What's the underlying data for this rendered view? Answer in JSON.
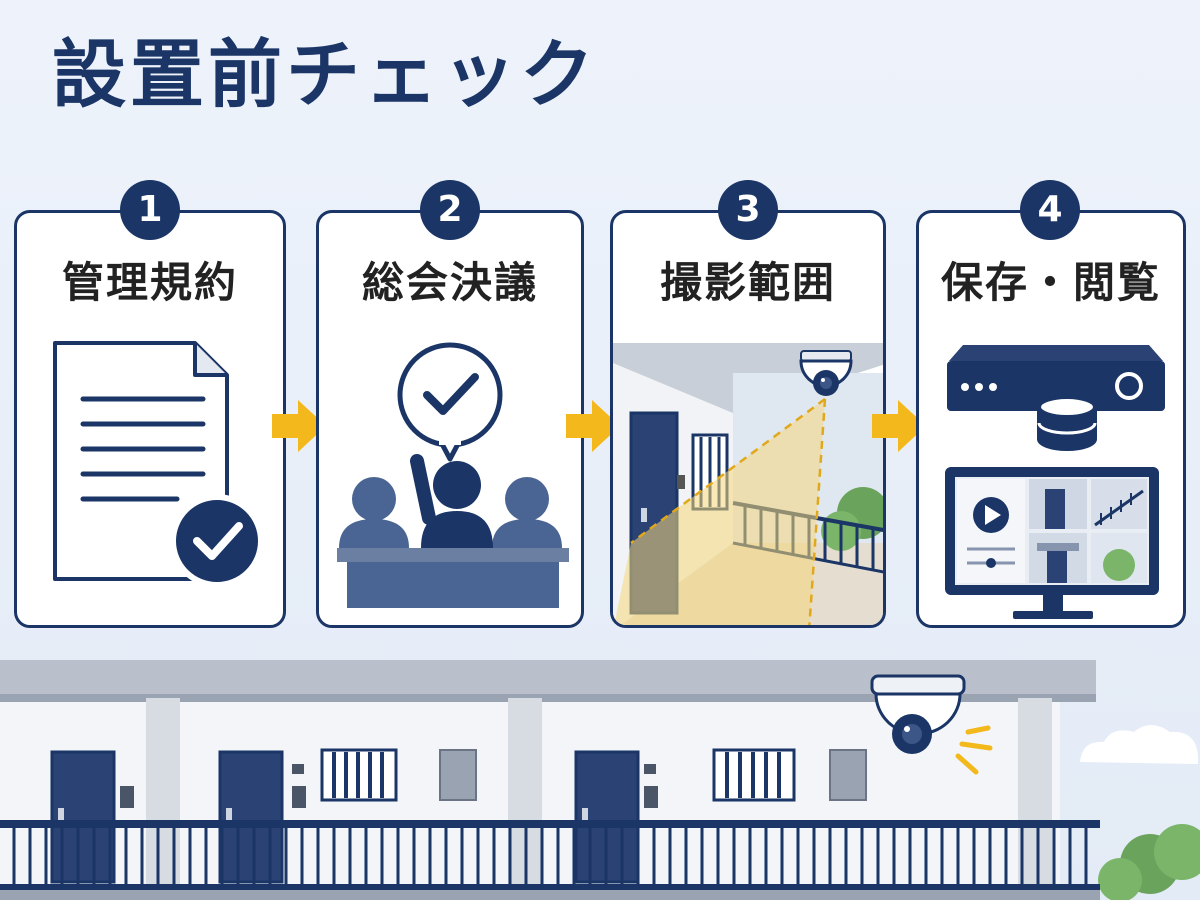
{
  "title": "設置前チェック",
  "steps": [
    {
      "number": "1",
      "label": "管理規約",
      "icon": "document-check-icon"
    },
    {
      "number": "2",
      "label": "総会決議",
      "icon": "meeting-vote-icon"
    },
    {
      "number": "3",
      "label": "撮影範囲",
      "icon": "camera-coverage-icon"
    },
    {
      "number": "4",
      "label": "保存・閲覧",
      "icon": "recorder-monitor-icon"
    }
  ],
  "colors": {
    "navy": "#1a3566",
    "arrow_yellow": "#f2b81c",
    "accent_blue": "#4a6593",
    "coverage_yellow": "#f6d77a"
  }
}
